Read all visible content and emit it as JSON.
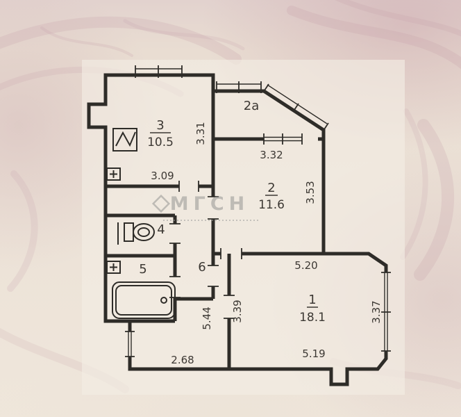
{
  "plan": {
    "watermark": {
      "text": "МГСН"
    },
    "rooms": {
      "r1": {
        "number": "1",
        "area": "18.1"
      },
      "r2": {
        "number": "2",
        "area": "11.6"
      },
      "r2a": {
        "label": "2а"
      },
      "r3": {
        "number": "3",
        "area": "10.5"
      },
      "r4": {
        "number": "4"
      },
      "r5": {
        "number": "5"
      },
      "r6": {
        "number": "6"
      }
    },
    "dims": {
      "d3_31": "3.31",
      "d3_09": "3.09",
      "d3_32": "3.32",
      "d3_53": "3.53",
      "d5_20": "5.20",
      "d3_37": "3.37",
      "d5_19": "5.19",
      "d3_39": "3.39",
      "d5_44": "5.44",
      "d2_68": "2.68"
    },
    "colors": {
      "wall": "#2e2c28",
      "paper": "#ece2d7",
      "ink": "#3c3833",
      "watermark_grey": "#8e8e8c",
      "engraving_pink": "#c9a5ad"
    }
  }
}
